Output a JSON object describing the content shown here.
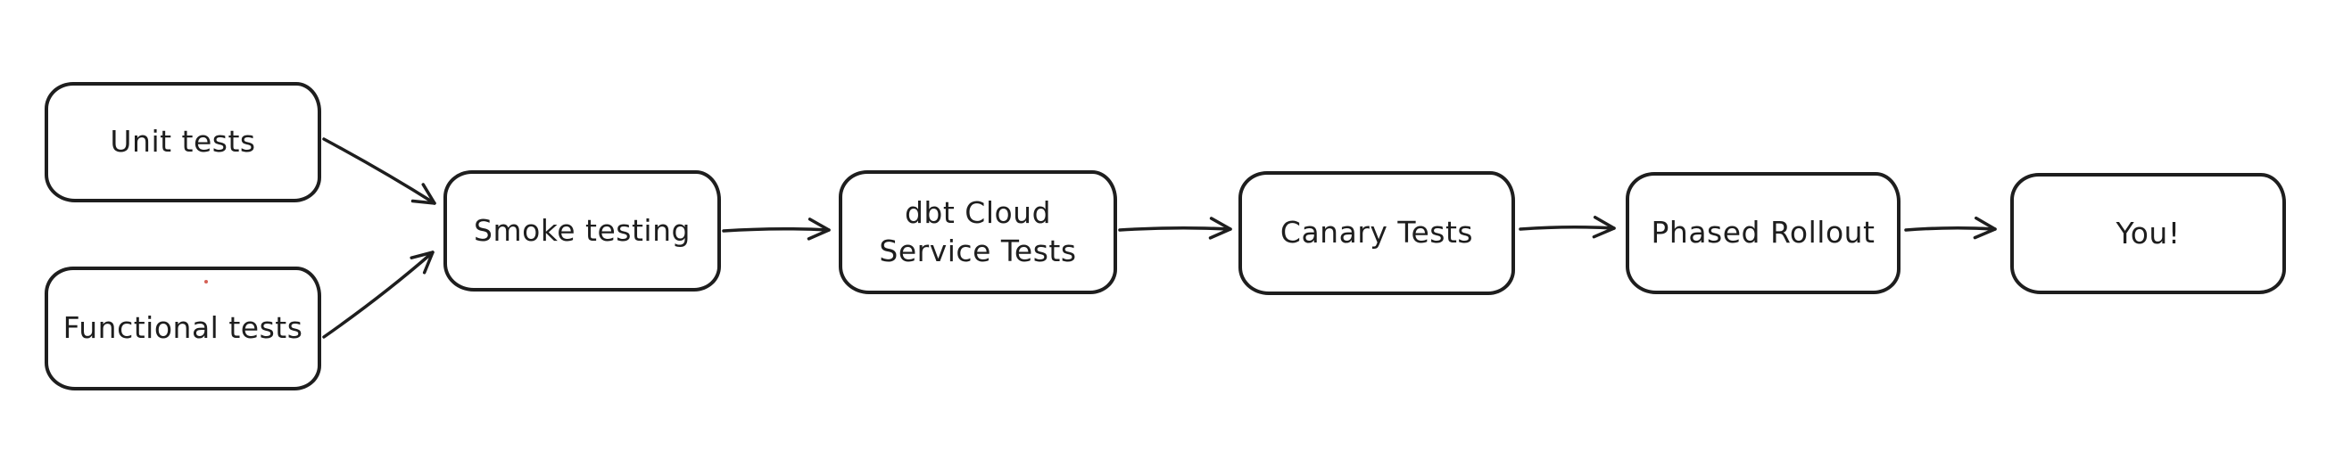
{
  "diagram": {
    "type": "flowchart",
    "direction": "left-to-right",
    "style": "hand-drawn-whiteboard",
    "colors": {
      "stroke": "#1e1e1e",
      "node_fill": "#ffffff",
      "background": "#ffffff",
      "artifact_dot": "#cc4437"
    },
    "nodes": [
      {
        "id": "unit-tests",
        "label": "Unit tests"
      },
      {
        "id": "functional-tests",
        "label": "Functional tests"
      },
      {
        "id": "smoke-testing",
        "label": "Smoke testing"
      },
      {
        "id": "dbt-cloud-service-tests",
        "label": "dbt Cloud Service Tests",
        "line1": "dbt Cloud",
        "line2": "Service Tests"
      },
      {
        "id": "canary-tests",
        "label": "Canary Tests"
      },
      {
        "id": "phased-rollout",
        "label": "Phased Rollout"
      },
      {
        "id": "you",
        "label": "You!"
      }
    ],
    "edges": [
      {
        "from": "unit-tests",
        "to": "smoke-testing"
      },
      {
        "from": "functional-tests",
        "to": "smoke-testing"
      },
      {
        "from": "smoke-testing",
        "to": "dbt-cloud-service-tests"
      },
      {
        "from": "dbt-cloud-service-tests",
        "to": "canary-tests"
      },
      {
        "from": "canary-tests",
        "to": "phased-rollout"
      },
      {
        "from": "phased-rollout",
        "to": "you"
      }
    ]
  }
}
